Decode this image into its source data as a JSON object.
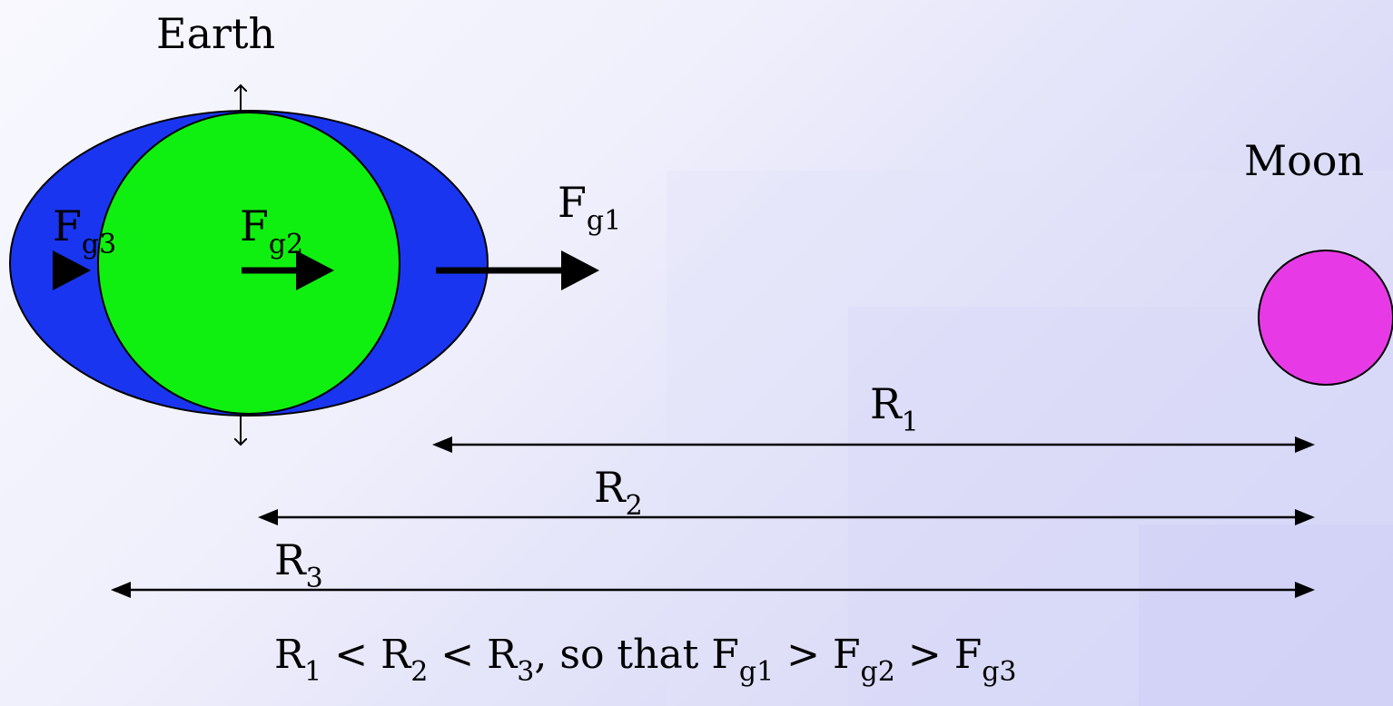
{
  "bodies": {
    "earth": {
      "label": "Earth",
      "ocean_color": "#1a35f0",
      "solid_color": "#10f010"
    },
    "moon": {
      "label": "Moon",
      "color": "#e73ae6"
    }
  },
  "forces": {
    "fg1": {
      "main": "F",
      "sub": "g1"
    },
    "fg2": {
      "main": "F",
      "sub": "g2"
    },
    "fg3": {
      "main": "F",
      "sub": "g3"
    }
  },
  "distances": {
    "r1": {
      "main": "R",
      "sub": "1"
    },
    "r2": {
      "main": "R",
      "sub": "2"
    },
    "r3": {
      "main": "R",
      "sub": "3"
    }
  },
  "conclusion": {
    "r1": {
      "main": "R",
      "sub": "1"
    },
    "lt1": " < ",
    "r2": {
      "main": "R",
      "sub": "2"
    },
    "lt2": " < ",
    "r3": {
      "main": "R",
      "sub": "3"
    },
    "mid": ", so that ",
    "f1": {
      "main": "F",
      "sub": "g1"
    },
    "gt1": " > ",
    "f2": {
      "main": "F",
      "sub": "g2"
    },
    "gt2": " > ",
    "f3": {
      "main": "F",
      "sub": "g3"
    }
  }
}
